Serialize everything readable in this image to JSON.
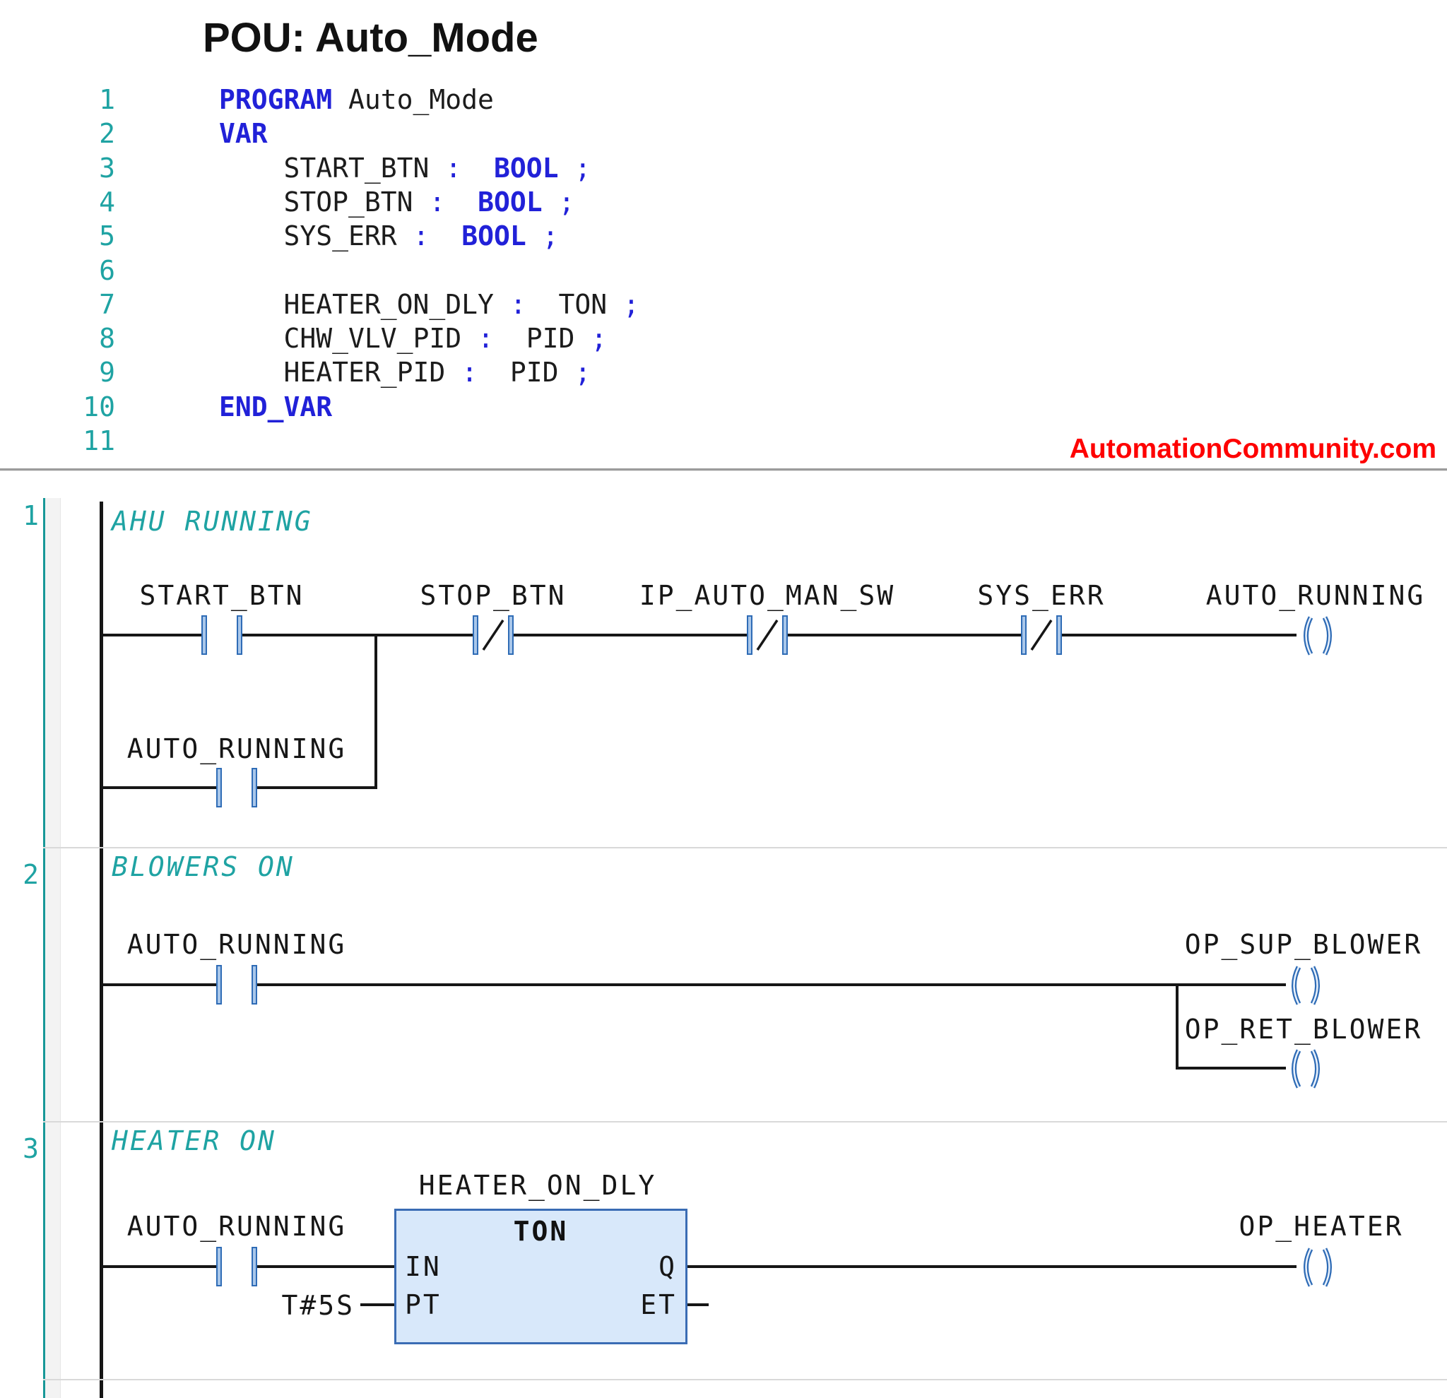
{
  "title": "POU: Auto_Mode",
  "watermark": "AutomationCommunity.com",
  "colors": {
    "keyword_blue": "#2121d8",
    "line_number_teal": "#1fa3a3",
    "comment_teal": "#1fa3a3",
    "watermark_red": "#fe0000",
    "symbol_blue": "#2f6cb6",
    "block_fill": "#d8e8fa",
    "wire_black": "#161616"
  },
  "st_editor": {
    "lines": [
      {
        "n": "1",
        "segments": [
          {
            "t": "PROGRAM",
            "s": "kw"
          },
          {
            "t": " Auto_Mode",
            "s": "pl"
          }
        ]
      },
      {
        "n": "2",
        "segments": [
          {
            "t": "VAR",
            "s": "kw"
          }
        ]
      },
      {
        "n": "3",
        "segments": [
          {
            "t": "    START_BTN ",
            "s": "pl"
          },
          {
            "t": ":",
            "s": "pu"
          },
          {
            "t": "  ",
            "s": "pl"
          },
          {
            "t": "BOOL",
            "s": "kw"
          },
          {
            "t": " ",
            "s": "pl"
          },
          {
            "t": ";",
            "s": "pu"
          }
        ]
      },
      {
        "n": "4",
        "segments": [
          {
            "t": "    STOP_BTN ",
            "s": "pl"
          },
          {
            "t": ":",
            "s": "pu"
          },
          {
            "t": "  ",
            "s": "pl"
          },
          {
            "t": "BOOL",
            "s": "kw"
          },
          {
            "t": " ",
            "s": "pl"
          },
          {
            "t": ";",
            "s": "pu"
          }
        ]
      },
      {
        "n": "5",
        "segments": [
          {
            "t": "    SYS_ERR ",
            "s": "pl"
          },
          {
            "t": ":",
            "s": "pu"
          },
          {
            "t": "  ",
            "s": "pl"
          },
          {
            "t": "BOOL",
            "s": "kw"
          },
          {
            "t": " ",
            "s": "pl"
          },
          {
            "t": ";",
            "s": "pu"
          }
        ]
      },
      {
        "n": "6",
        "segments": []
      },
      {
        "n": "7",
        "segments": [
          {
            "t": "    HEATER_ON_DLY ",
            "s": "pl"
          },
          {
            "t": ":",
            "s": "pu"
          },
          {
            "t": "  TON ",
            "s": "pl"
          },
          {
            "t": ";",
            "s": "pu"
          }
        ]
      },
      {
        "n": "8",
        "segments": [
          {
            "t": "    CHW_VLV_PID ",
            "s": "pl"
          },
          {
            "t": ":",
            "s": "pu"
          },
          {
            "t": "  PID ",
            "s": "pl"
          },
          {
            "t": ";",
            "s": "pu"
          }
        ]
      },
      {
        "n": "9",
        "segments": [
          {
            "t": "    HEATER_PID ",
            "s": "pl"
          },
          {
            "t": ":",
            "s": "pu"
          },
          {
            "t": "  PID ",
            "s": "pl"
          },
          {
            "t": ";",
            "s": "pu"
          }
        ]
      },
      {
        "n": "10",
        "segments": [
          {
            "t": "END_VAR",
            "s": "kw"
          }
        ]
      },
      {
        "n": "11",
        "segments": []
      }
    ]
  },
  "ladder": {
    "rung1": {
      "number": "1",
      "comment": "AHU RUNNING",
      "contact_start": "START_BTN",
      "contact_stop": "STOP_BTN",
      "contact_automan": "IP_AUTO_MAN_SW",
      "contact_syserr": "SYS_ERR",
      "branch_contact": "AUTO_RUNNING",
      "coil": "AUTO_RUNNING"
    },
    "rung2": {
      "number": "2",
      "comment": "BLOWERS ON",
      "contact": "AUTO_RUNNING",
      "coil_sup": "OP_SUP_BLOWER",
      "coil_ret": "OP_RET_BLOWER"
    },
    "rung3": {
      "number": "3",
      "comment": "HEATER ON",
      "contact": "AUTO_RUNNING",
      "timer": {
        "instance": "HEATER_ON_DLY",
        "type": "TON",
        "pin_in": "IN",
        "pin_q": "Q",
        "pin_pt": "PT",
        "pin_et": "ET",
        "pt_value": "T#5S"
      },
      "coil": "OP_HEATER"
    }
  }
}
